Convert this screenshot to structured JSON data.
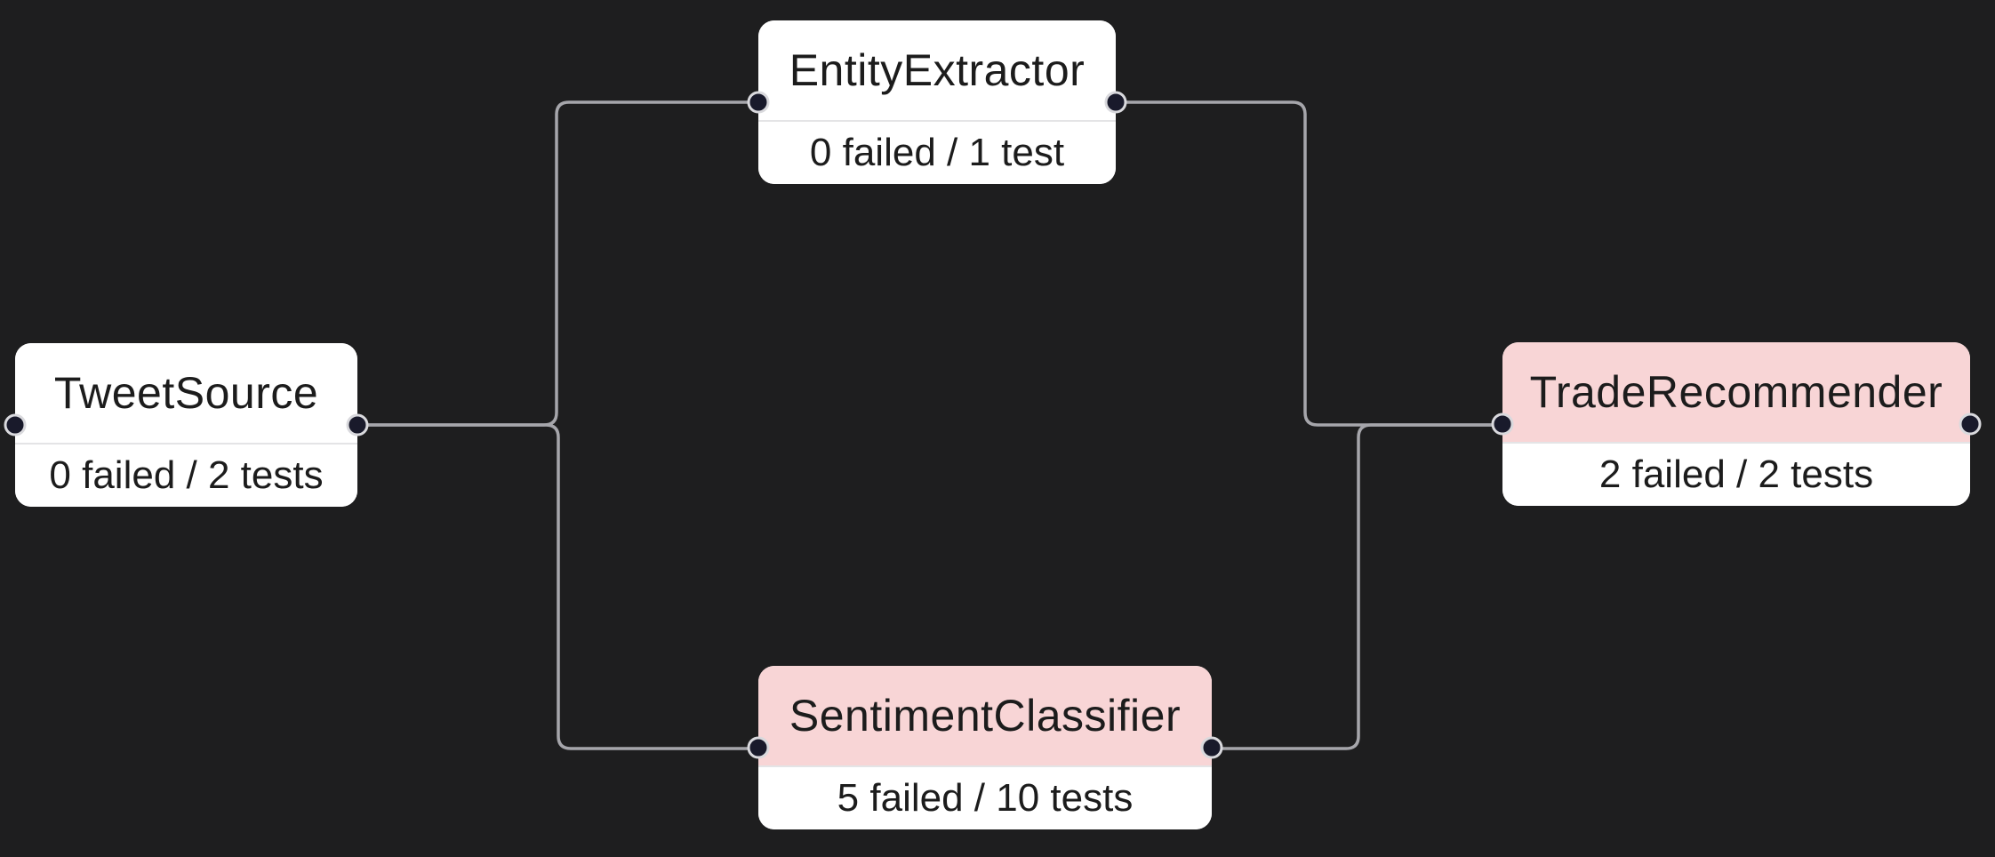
{
  "app": {
    "view": "pipeline-test-graph"
  },
  "colors": {
    "background": "#1e1e1f",
    "node_background": "#ffffff",
    "fail_header_background": "#f8d5d6",
    "edge": "#a6a6ab",
    "port_fill": "#191a2b",
    "port_ring": "#d9d9dd",
    "divider": "#e4e4e6",
    "text": "#1c1c1c"
  },
  "nodes": [
    {
      "id": "TweetSource",
      "title": "TweetSource",
      "stats": "0 failed / 2 tests",
      "failed": 0,
      "tests": 2,
      "status": "pass"
    },
    {
      "id": "EntityExtractor",
      "title": "EntityExtractor",
      "stats": "0 failed / 1 test",
      "failed": 0,
      "tests": 1,
      "status": "pass"
    },
    {
      "id": "SentimentClassifier",
      "title": "SentimentClassifier",
      "stats": "5 failed / 10 tests",
      "failed": 5,
      "tests": 10,
      "status": "fail"
    },
    {
      "id": "TradeRecommender",
      "title": "TradeRecommender",
      "stats": "2 failed / 2 tests",
      "failed": 2,
      "tests": 2,
      "status": "fail"
    }
  ],
  "edges": [
    {
      "from": "TweetSource",
      "to": "EntityExtractor"
    },
    {
      "from": "TweetSource",
      "to": "SentimentClassifier"
    },
    {
      "from": "EntityExtractor",
      "to": "TradeRecommender"
    },
    {
      "from": "SentimentClassifier",
      "to": "TradeRecommender"
    }
  ]
}
